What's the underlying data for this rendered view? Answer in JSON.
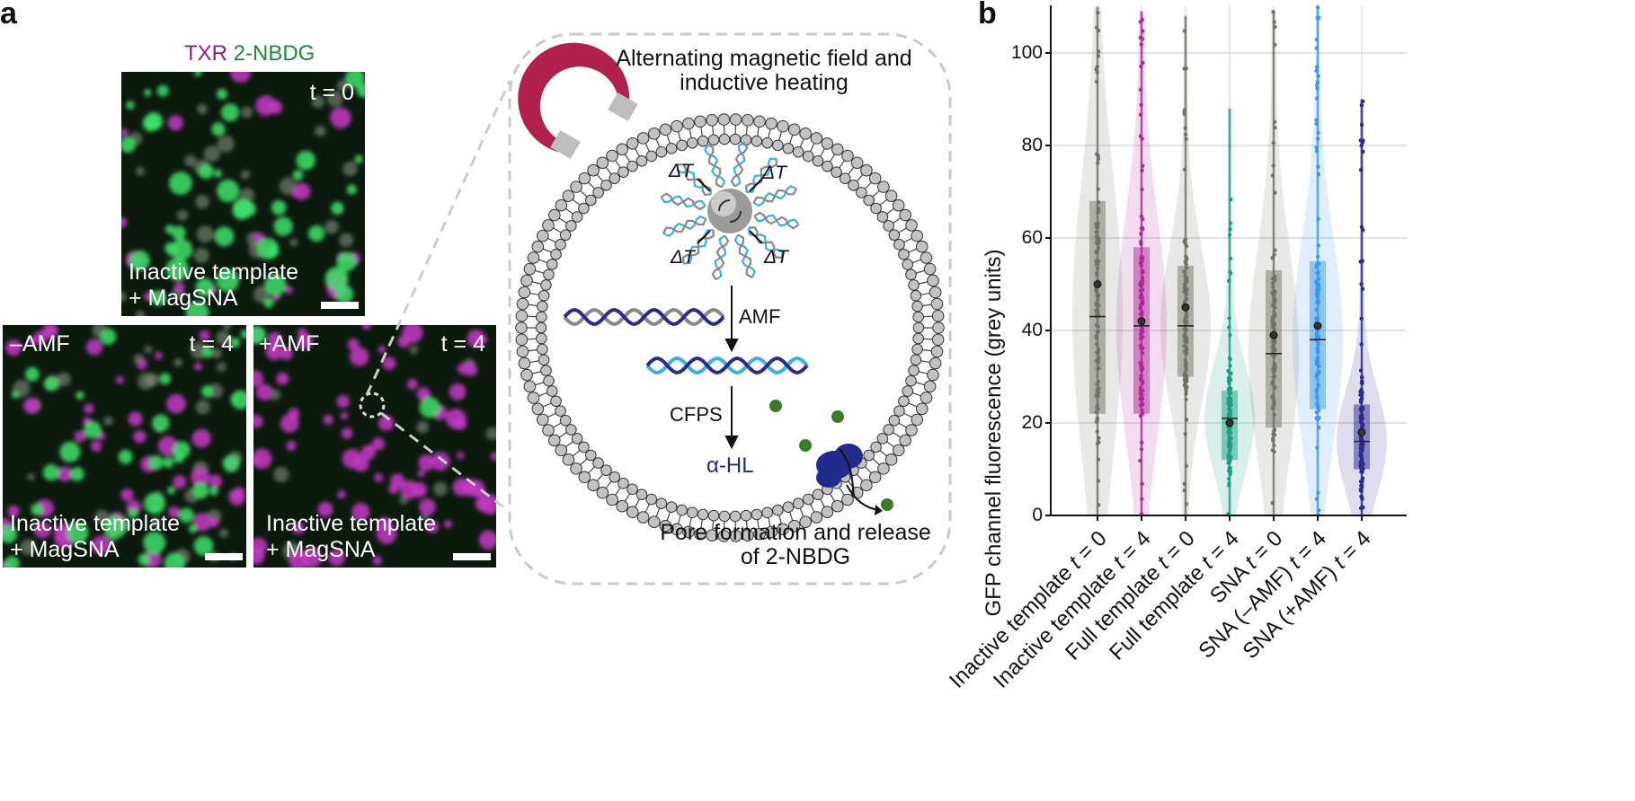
{
  "panels": {
    "a": "a",
    "b": "b"
  },
  "legend": {
    "txr": "TXR",
    "nbdg": "2-NBDG",
    "txr_color": "#8e1f86",
    "nbdg_color": "#1f8a3a"
  },
  "micrographs": {
    "top": {
      "time_label": "t = 0",
      "caption_line1": "Inactive template",
      "caption_line2": "+ MagSNA"
    },
    "bottom_left": {
      "condition": "–AMF",
      "time_label": "t = 4",
      "caption_line1": "Inactive template",
      "caption_line2": "+ MagSNA"
    },
    "bottom_right": {
      "condition": "+AMF",
      "time_label": "t = 4",
      "caption_line1": "Inactive template",
      "caption_line2": "+ MagSNA"
    }
  },
  "diagram": {
    "title_line1": "Alternating magnetic field and",
    "title_line2": "inductive heating",
    "delta_t": "ΔT",
    "amf": "AMF",
    "cfps": "CFPS",
    "product": "α-HL",
    "result_line1": "Pore formation and release",
    "result_line2": "of 2-NBDG",
    "magnet_color": "#b0224d",
    "dna_colors": [
      "#888888",
      "#2b2b8c",
      "#3fb0d9"
    ],
    "pore_color": "#222a8c",
    "dye_color": "#3e7a2a"
  },
  "chart_data": {
    "type": "violin",
    "ylabel": "GFP channel fluorescence (grey units)",
    "ylim": [
      0,
      110
    ],
    "yticks": [
      0,
      20,
      40,
      60,
      80,
      100
    ],
    "grid": true,
    "categories": [
      "Inactive template t = 0",
      "Inactive template t = 4",
      "Full template t = 0",
      "Full template t = 4",
      "SNA t = 0",
      "SNA (–AMF) t = 4",
      "SNA (+AMF) t = 4"
    ],
    "series": [
      {
        "color": "#6f7363",
        "mean": 50,
        "median": 43,
        "q1": 22,
        "q3": 68,
        "min": 0,
        "max": 110
      },
      {
        "color": "#b0279a",
        "mean": 42,
        "median": 41,
        "q1": 22,
        "q3": 58,
        "min": 0,
        "max": 109
      },
      {
        "color": "#6f7363",
        "mean": 45,
        "median": 41,
        "q1": 30,
        "q3": 54,
        "min": 0,
        "max": 108
      },
      {
        "color": "#1a9e83",
        "mean": 20,
        "median": 21,
        "q1": 12,
        "q3": 27,
        "min": 0,
        "max": 88
      },
      {
        "color": "#6f7363",
        "mean": 39,
        "median": 35,
        "q1": 19,
        "q3": 53,
        "min": 0,
        "max": 109
      },
      {
        "color": "#3d98e8",
        "mean": 41,
        "median": 38,
        "q1": 23,
        "q3": 55,
        "min": 0,
        "max": 110
      },
      {
        "color": "#2d2a8f",
        "mean": 18,
        "median": 16,
        "q1": 10,
        "q3": 24,
        "min": 0,
        "max": 90
      }
    ]
  }
}
